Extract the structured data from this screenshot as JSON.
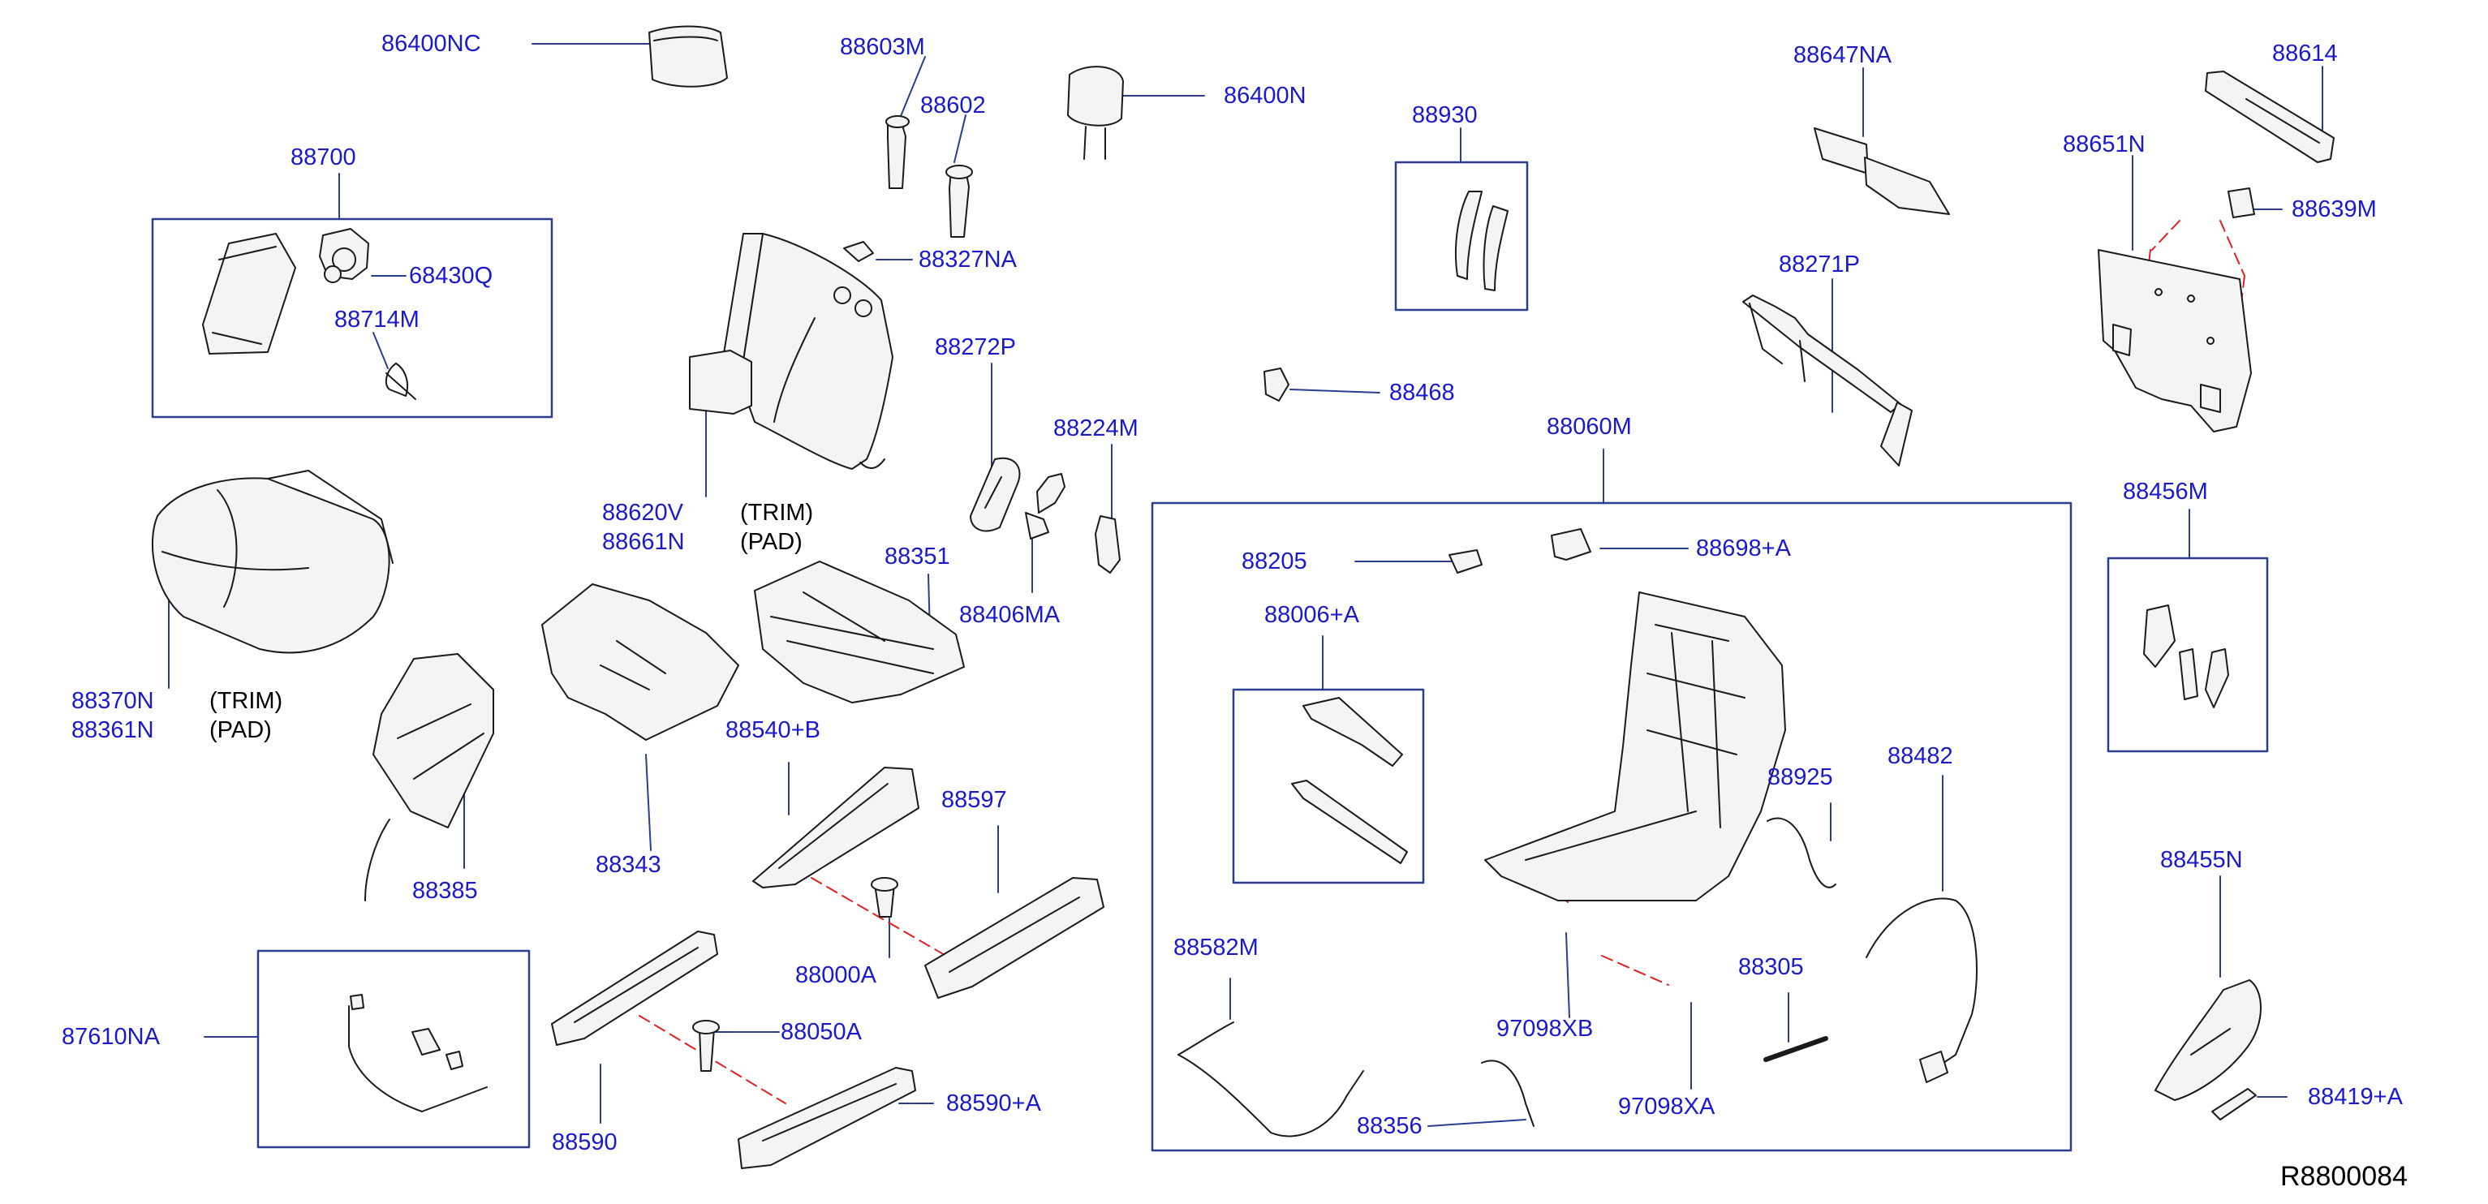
{
  "colors": {
    "label": "#1a1acc",
    "leader": "#2a3d8f",
    "part_stroke": "#1a1a1a",
    "part_fill": "#f4f4f4",
    "dash": "#e02020",
    "box": "#2a3d8f",
    "note": "#000000"
  },
  "labels": {
    "p86400NC": "86400NC",
    "p88603M": "88603M",
    "p88602": "88602",
    "p86400N": "86400N",
    "p88930": "88930",
    "p88647NA": "88647NA",
    "p88614": "88614",
    "p88700": "88700",
    "p68430Q": "68430Q",
    "p88714M": "88714M",
    "p88327NA": "88327NA",
    "p88651N": "88651N",
    "p88639M": "88639M",
    "p88271P": "88271P",
    "p88272P": "88272P",
    "p88468": "88468",
    "p88224M": "88224M",
    "p88060M": "88060M",
    "p88620V": "88620V",
    "p88661N": "88661N",
    "p88456M": "88456M",
    "p88205": "88205",
    "p88698A": "88698+A",
    "p88351": "88351",
    "p88406MA": "88406MA",
    "p88006A": "88006+A",
    "p88370N": "88370N",
    "p88361N": "88361N",
    "p88540B": "88540+B",
    "p88482": "88482",
    "p88925": "88925",
    "p88597": "88597",
    "p88385": "88385",
    "p88343": "88343",
    "p88455N": "88455N",
    "p88582M": "88582M",
    "p88000A": "88000A",
    "p88305": "88305",
    "p97098XB": "97098XB",
    "p87610NA": "87610NA",
    "p88050A": "88050A",
    "p88590A": "88590+A",
    "p88419A": "88419+A",
    "p97098XA": "97098XA",
    "p88590": "88590",
    "p88356": "88356"
  },
  "notes": {
    "trim_upper": "(TRIM)",
    "pad_upper": "(PAD)",
    "trim_lower": "(TRIM)",
    "pad_lower": "(PAD)"
  },
  "reference": "R8800084"
}
